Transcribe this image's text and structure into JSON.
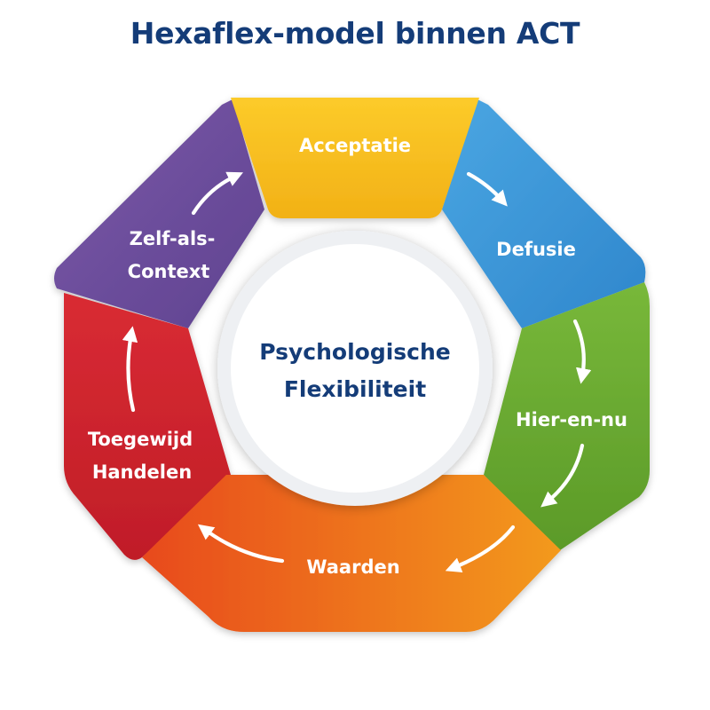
{
  "title": "Hexaflex-model binnen ACT",
  "center": {
    "line1": "Psychologische",
    "line2": "Flexibiliteit"
  },
  "segments": {
    "acceptatie": {
      "label": "Acceptatie",
      "color": "#f7bd1f"
    },
    "defusie": {
      "label": "Defusie",
      "color": "#3e97d8"
    },
    "hier_en_nu": {
      "label": "Hier-en-nu",
      "color": "#6aaa30"
    },
    "waarden": {
      "label": "Waarden",
      "color": "#ee6a1e"
    },
    "toegewijd_handelen": {
      "line1": "Toegewijd",
      "line2": "Handelen",
      "color": "#d4232c"
    },
    "zelf_als_context": {
      "line1": "Zelf-als-",
      "line2": "Context",
      "color": "#6e4e9c"
    }
  }
}
